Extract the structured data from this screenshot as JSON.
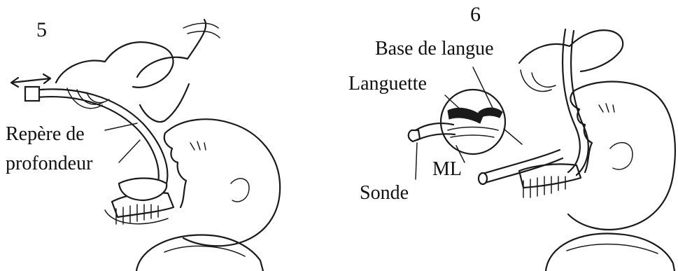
{
  "panels": [
    {
      "number": "5",
      "labels": {
        "depth_mark_line1": "Repère de",
        "depth_mark_line2": "profondeur"
      }
    },
    {
      "number": "6",
      "labels": {
        "tongue_base": "Base de langue",
        "tab": "Languette",
        "ml": "ML",
        "probe": "Sonde"
      }
    }
  ],
  "colors": {
    "ink": "#1a1a1a",
    "background": "#ffffff"
  }
}
